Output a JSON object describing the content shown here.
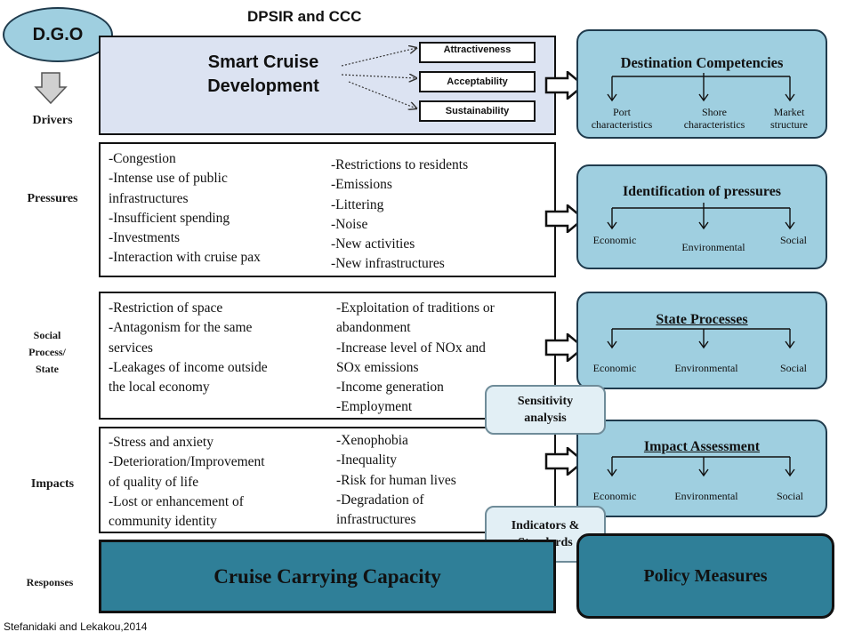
{
  "header": {
    "dgo_label": "D.G.O",
    "title": "DPSIR and CCC"
  },
  "rows": {
    "drivers": "Drivers",
    "pressures": "Pressures",
    "state": "Social\nProcess/\nState",
    "impacts": "Impacts",
    "responses": "Responses"
  },
  "drivers": {
    "title": "Smart Cruise\nDevelopment",
    "tags": [
      "Attractiveness",
      "Acceptability",
      "Sustainability"
    ]
  },
  "pressures": {
    "left": "-Congestion\n-Intense use of public\ninfrastructures\n-Insufficient spending\n-Investments\n-Interaction with cruise pax",
    "right": "-Restrictions to residents\n-Emissions\n-Littering\n-Noise\n-New activities\n-New infrastructures"
  },
  "state": {
    "left": "-Restriction of space\n-Antagonism for the same\nservices\n-Leakages of income outside\nthe local economy",
    "right": "-Exploitation of traditions or\nabandonment\n-Increase level of  NOx and\nSOx emissions\n-Income generation\n-Employment"
  },
  "impacts": {
    "left": "-Stress and anxiety\n-Deterioration/Improvement\n of quality of life\n-Lost or enhancement of\ncommunity identity",
    "right": "-Xenophobia\n-Inequality\n-Risk for human  lives\n-Degradation of\ninfrastructures"
  },
  "panels": {
    "competencies": {
      "title": "Destination Competencies",
      "items": [
        "Port\ncharacteristics",
        "Shore\ncharacteristics",
        "Market\nstructure"
      ]
    },
    "pressures": {
      "title": "Identification of pressures",
      "items": [
        "Economic",
        "Environmental",
        "Social"
      ]
    },
    "state": {
      "title": "State Processes",
      "items": [
        "Economic",
        "Environmental",
        "Social"
      ]
    },
    "impact": {
      "title": "Impact Assessment",
      "items": [
        "Economic",
        "Environmental",
        "Social"
      ]
    }
  },
  "callouts": {
    "sensitivity": "Sensitivity\nanalysis",
    "indicators": "Indicators &\nStandards"
  },
  "responses": {
    "ccc": "Cruise Carrying Capacity",
    "policy": "Policy Measures"
  },
  "footer": {
    "citation": "Stefanidaki and Lekakou,2014"
  },
  "colors": {
    "panel_fill": "#9fcfe0",
    "drivers_fill": "#dce3f2",
    "response_fill": "#2f7f98",
    "callout_fill": "#e2eff5"
  }
}
